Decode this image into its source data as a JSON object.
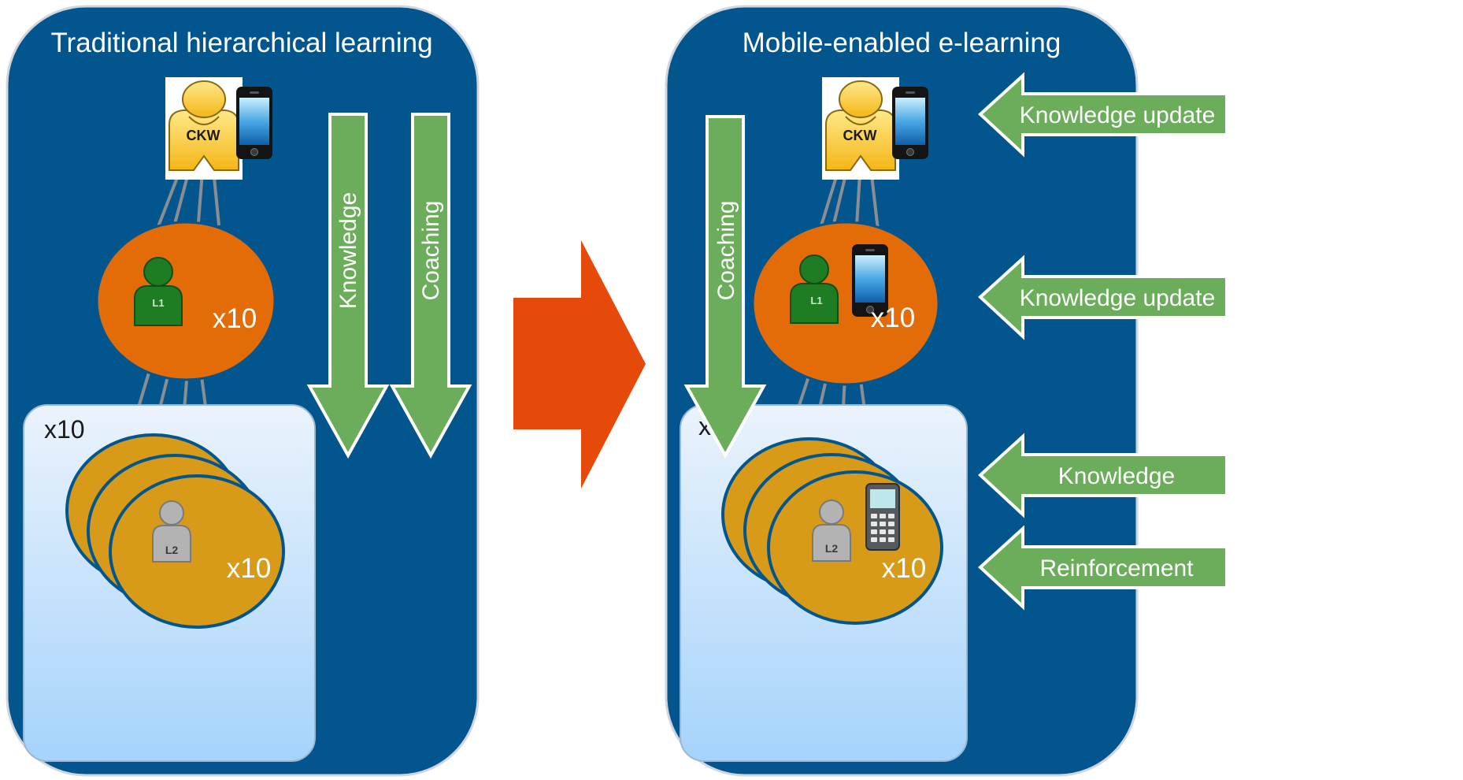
{
  "colors": {
    "panel": "#02568d",
    "panel_border": "#cfd6dd",
    "inner_box_top": "#ebf3fb",
    "inner_box_bottom": "#a5d3fb",
    "node_l1": "#e36c09",
    "node_l2": "#d79b19",
    "green_arrow": "#6bad5a",
    "big_arrow": "#e64a0b",
    "connector": "#8a8e92"
  },
  "left_panel": {
    "title": "Traditional hierarchical learning",
    "ckw_badge": "CKW",
    "l1_badge": "L1",
    "l1_count": "x10",
    "group_count": "x10",
    "l2_badge": "L2",
    "l2_count": "x10",
    "arrows": {
      "knowledge": "Knowledge",
      "coaching": "Coaching"
    }
  },
  "right_panel": {
    "title": "Mobile-enabled e-learning",
    "ckw_badge": "CKW",
    "l1_badge": "L1",
    "l1_count": "x10",
    "group_count": "x10",
    "l2_badge": "L2",
    "l2_count": "x10",
    "arrows": {
      "coaching": "Coaching"
    }
  },
  "side_arrows": [
    "Knowledge update",
    "Knowledge update",
    "Knowledge",
    "Reinforcement"
  ],
  "icons": {
    "ckw": "person-icon",
    "l1": "person-icon",
    "l2": "person-icon",
    "smartphone": "smartphone-icon",
    "feature_phone": "feature-phone-icon",
    "transition": "right-arrow-icon"
  }
}
